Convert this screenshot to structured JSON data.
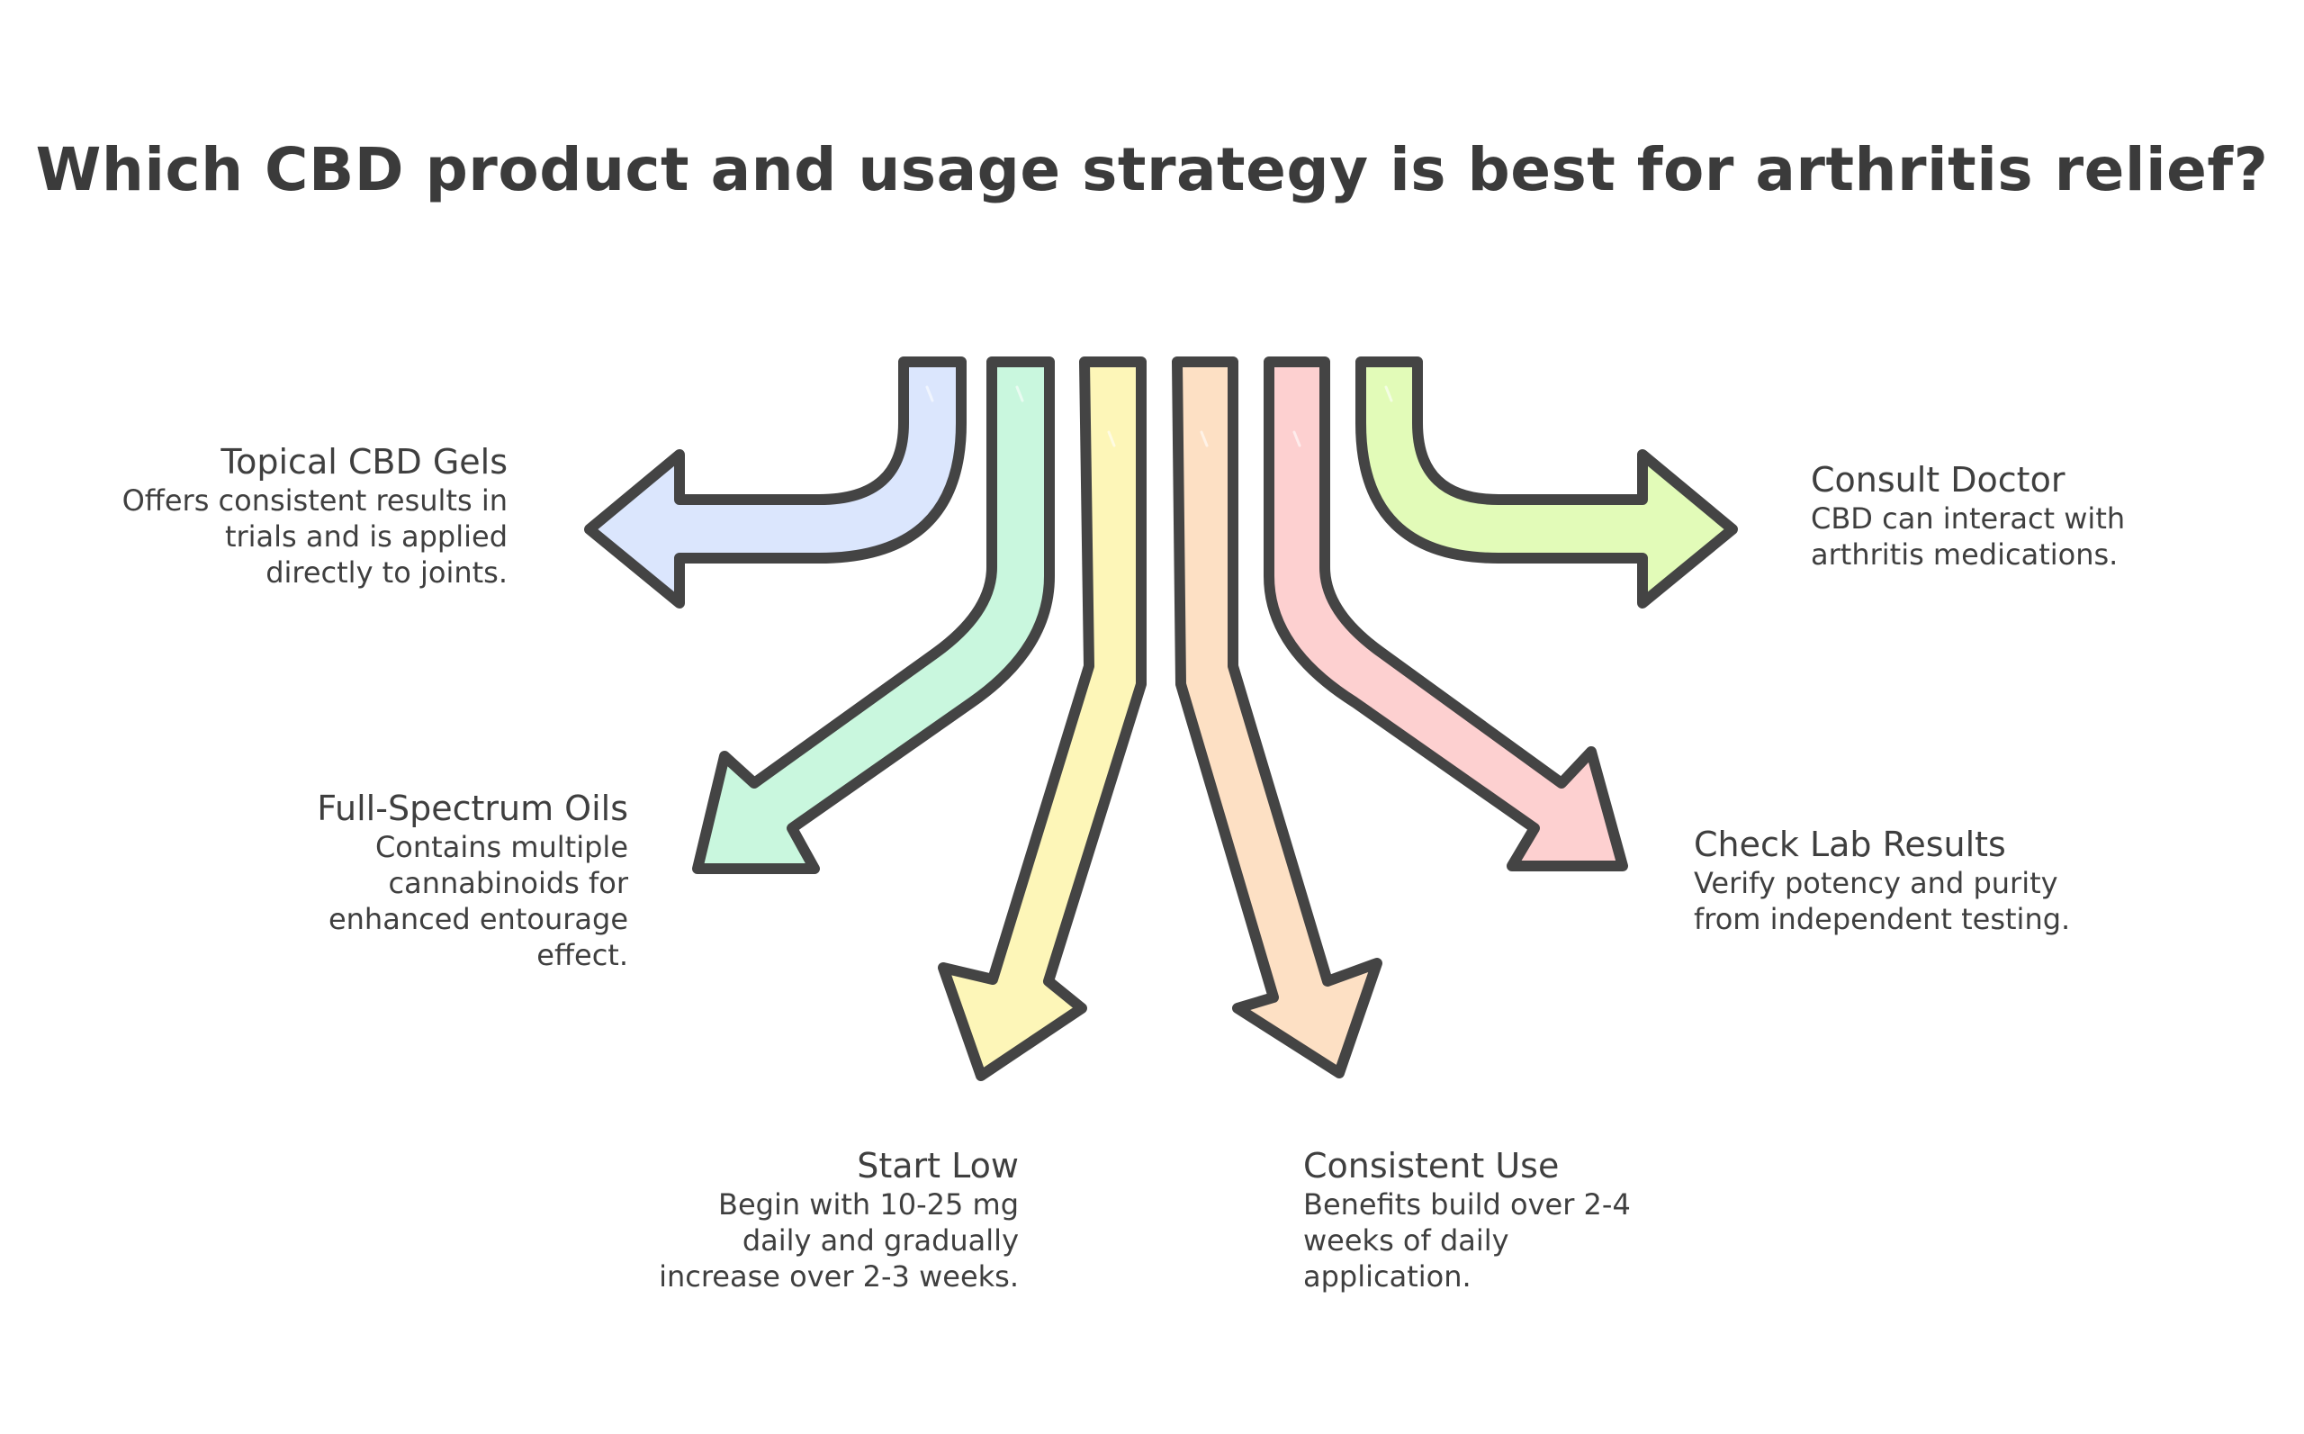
{
  "title": "Which CBD product and usage strategy is best for arthritis relief?",
  "colors": {
    "stroke": "#444444",
    "topical": "#dbe6fd",
    "full_spectrum": "#c9f7de",
    "start_low": "#fdf6b8",
    "consistent_use": "#fde0c4",
    "check_lab": "#fdd0d0",
    "consult_doctor": "#e2fbb8"
  },
  "options": [
    {
      "id": "topical",
      "heading": "Topical CBD Gels",
      "description": "Offers consistent results in\ntrials and is applied\ndirectly to joints."
    },
    {
      "id": "full_spectrum",
      "heading": "Full-Spectrum Oils",
      "description": "Contains multiple\ncannabinoids for\nenhanced entourage\neffect."
    },
    {
      "id": "start_low",
      "heading": "Start Low",
      "description": "Begin with 10-25 mg\ndaily and gradually\nincrease over 2-3 weeks."
    },
    {
      "id": "consistent_use",
      "heading": "Consistent Use",
      "description": "Benefits build over 2-4\nweeks of daily\napplication."
    },
    {
      "id": "check_lab",
      "heading": "Check Lab Results",
      "description": "Verify potency and purity\nfrom independent testing."
    },
    {
      "id": "consult_doctor",
      "heading": "Consult Doctor",
      "description": "CBD can interact with\narthritis medications."
    }
  ]
}
